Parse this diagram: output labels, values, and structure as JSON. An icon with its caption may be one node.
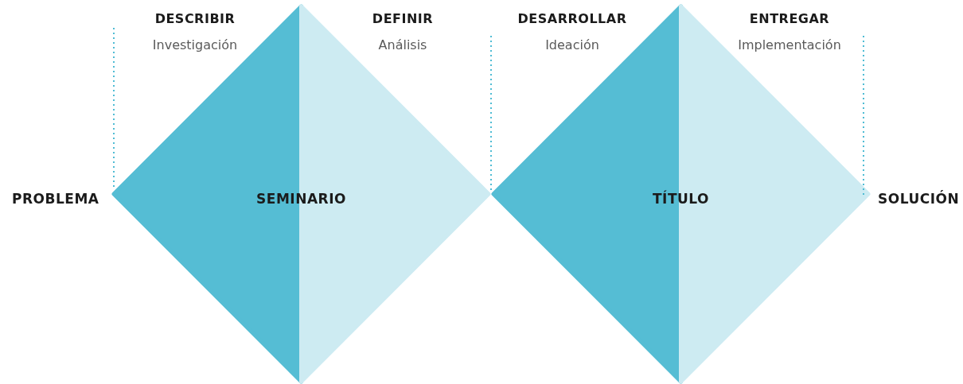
{
  "diagram": {
    "nodes": [
      {
        "text": [
          "SEMINARIO"
        ]
      },
      {
        "text": [
          "TÍTULO"
        ]
      }
    ],
    "labels": [
      "DESCRIBIR",
      "DEFINIR",
      "DESARROLLAR",
      "ENTREGAR",
      "Investigación",
      "Análisis",
      "Ideación",
      "Implementación",
      "PROBLEMA",
      "SOLUCIÓN"
    ]
  }
}
